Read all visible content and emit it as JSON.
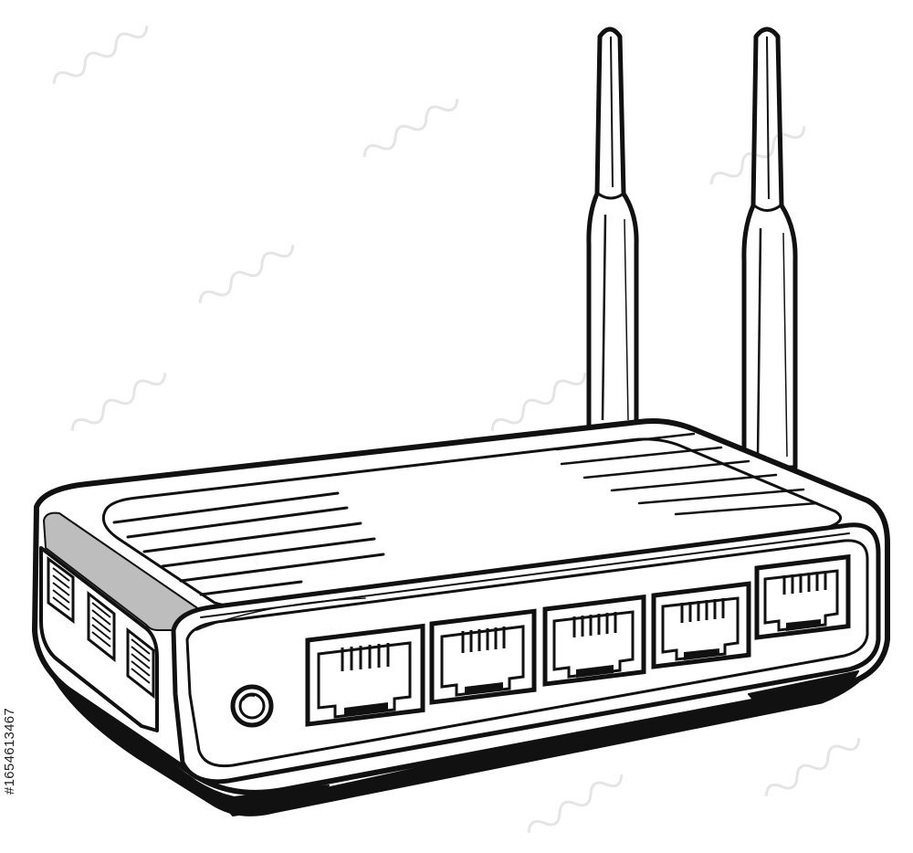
{
  "image": {
    "subject": "router",
    "style": "black ink line art",
    "stock_id": "#1654613467"
  },
  "colors": {
    "ink": "#111111",
    "paper": "#ffffff",
    "shade": "#bdbdbd"
  },
  "icons": [
    "antenna-icon",
    "ethernet-port-icon",
    "power-button-icon",
    "vent-slot-icon",
    "watermark-icon"
  ]
}
